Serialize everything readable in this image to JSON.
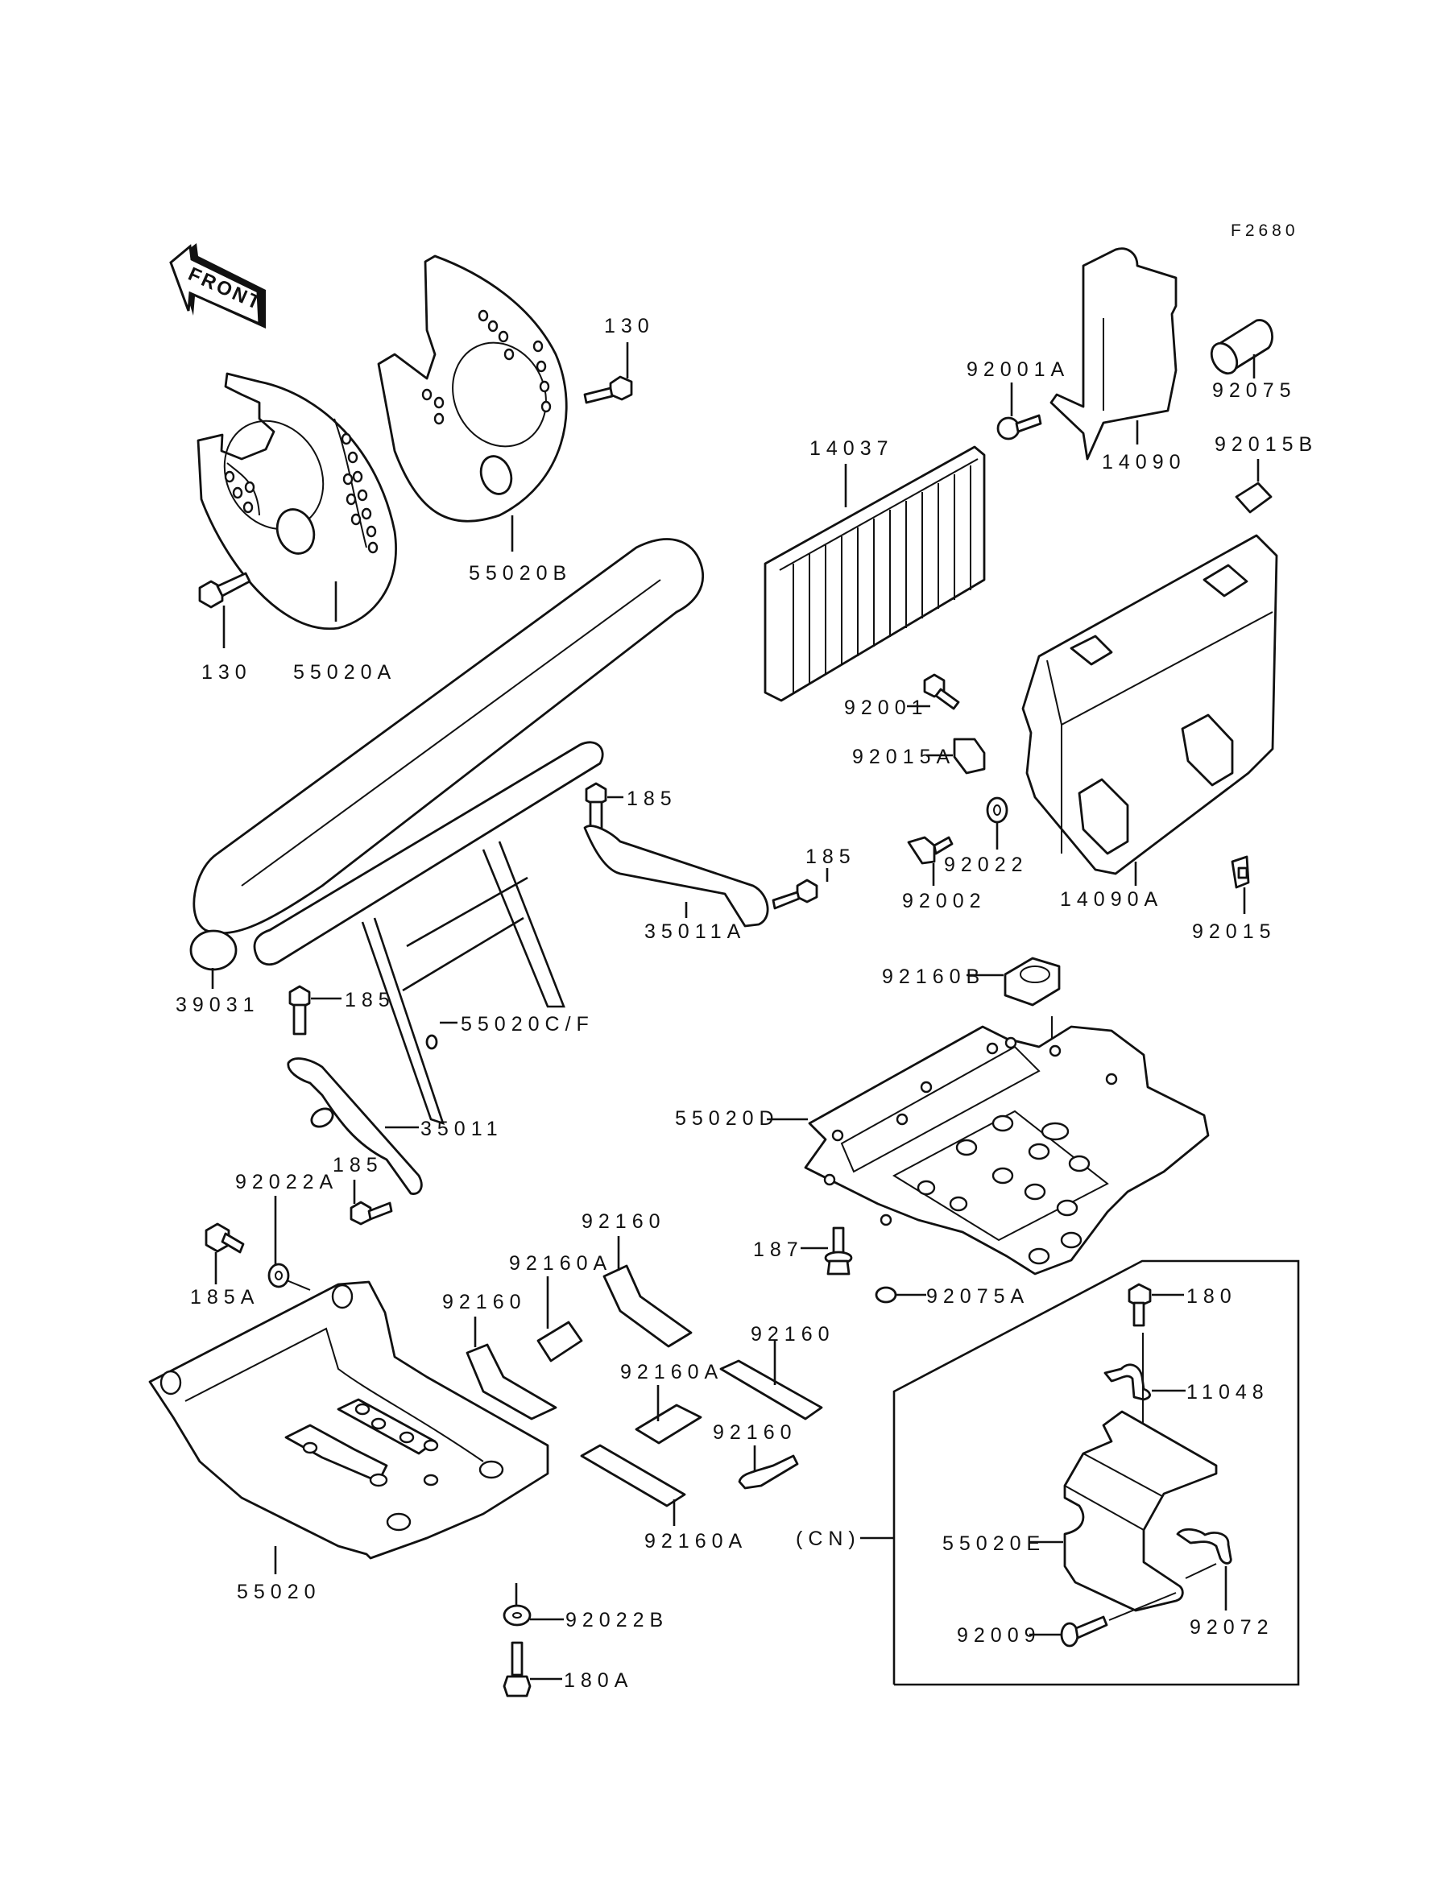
{
  "diagram": {
    "title": "Parts diagram – frame guards, skid plates, battery box",
    "figure_code": "F2680",
    "front_indicator": "FRONT",
    "colors": {
      "ink": "#111111",
      "background": "#ffffff"
    },
    "callouts": [
      {
        "id": "c130a",
        "part": "130"
      },
      {
        "id": "c130b",
        "part": "130"
      },
      {
        "id": "c55020A",
        "part": "55020A"
      },
      {
        "id": "c55020B",
        "part": "55020B"
      },
      {
        "id": "c92001A",
        "part": "92001A"
      },
      {
        "id": "c14090",
        "part": "14090"
      },
      {
        "id": "c92075",
        "part": "92075"
      },
      {
        "id": "c92015B",
        "part": "92015B"
      },
      {
        "id": "c14037",
        "part": "14037"
      },
      {
        "id": "c92001",
        "part": "92001"
      },
      {
        "id": "c92015A",
        "part": "92015A"
      },
      {
        "id": "c92022",
        "part": "92022"
      },
      {
        "id": "c92002",
        "part": "92002"
      },
      {
        "id": "c14090A",
        "part": "14090A"
      },
      {
        "id": "c92015",
        "part": "92015"
      },
      {
        "id": "c185a",
        "part": "185"
      },
      {
        "id": "c185b",
        "part": "185"
      },
      {
        "id": "c35011A",
        "part": "35011A"
      },
      {
        "id": "c39031",
        "part": "39031"
      },
      {
        "id": "c185c",
        "part": "185"
      },
      {
        "id": "c55020CF",
        "part": "55020C/F"
      },
      {
        "id": "c35011",
        "part": "35011"
      },
      {
        "id": "c185d",
        "part": "185"
      },
      {
        "id": "c92160B",
        "part": "92160B"
      },
      {
        "id": "c55020D",
        "part": "55020D"
      },
      {
        "id": "c92022A",
        "part": "92022A"
      },
      {
        "id": "c185A",
        "part": "185A"
      },
      {
        "id": "c187",
        "part": "187"
      },
      {
        "id": "c92075A",
        "part": "92075A"
      },
      {
        "id": "c92160a",
        "part": "92160"
      },
      {
        "id": "c92160Aa",
        "part": "92160A"
      },
      {
        "id": "c92160b",
        "part": "92160"
      },
      {
        "id": "c92160c",
        "part": "92160"
      },
      {
        "id": "c92160Ab",
        "part": "92160A"
      },
      {
        "id": "c92160Ac",
        "part": "92160A"
      },
      {
        "id": "c92160d",
        "part": "92160"
      },
      {
        "id": "c55020",
        "part": "55020"
      },
      {
        "id": "c92022B",
        "part": "92022B"
      },
      {
        "id": "c180A",
        "part": "180A"
      },
      {
        "id": "cCN",
        "part": "(CN)"
      },
      {
        "id": "c180",
        "part": "180"
      },
      {
        "id": "c11048",
        "part": "11048"
      },
      {
        "id": "c55020E",
        "part": "55020E"
      },
      {
        "id": "c92072",
        "part": "92072"
      },
      {
        "id": "c92009",
        "part": "92009"
      }
    ]
  }
}
